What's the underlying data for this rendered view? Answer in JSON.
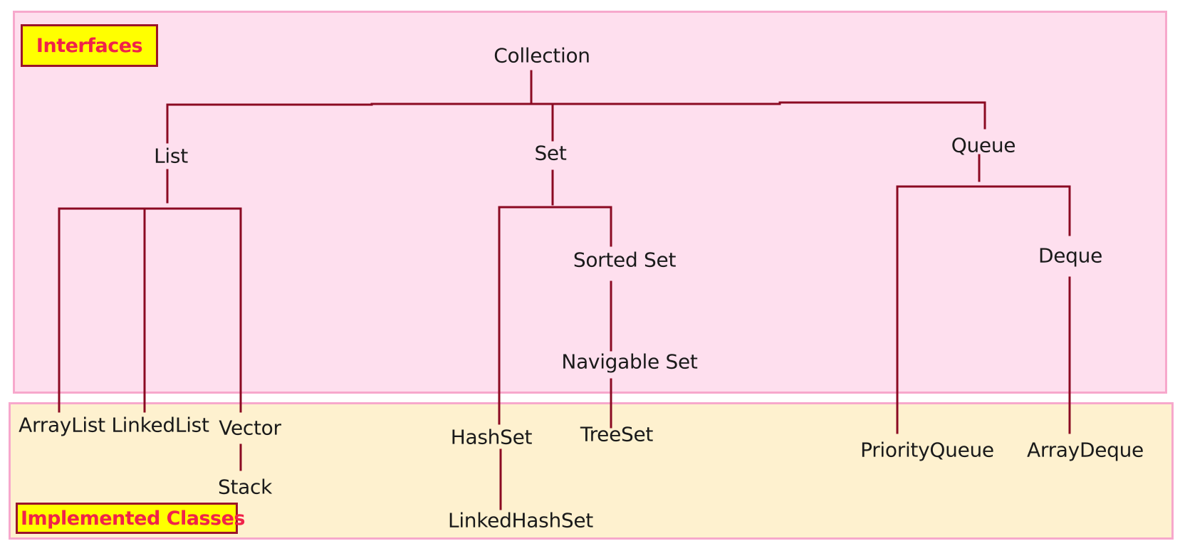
{
  "labels": {
    "interfaces": "Interfaces",
    "implemented_classes": "Implemented Classes"
  },
  "colors": {
    "interfaces_background": "#fedfee",
    "classes_background": "#fef1cf",
    "border": "#f7a8cc",
    "connector": "#8b0a22",
    "tag_background": "#ffff00",
    "tag_text": "#f0224a"
  },
  "nodes": {
    "collection": "Collection",
    "list": "List",
    "set": "Set",
    "queue": "Queue",
    "sorted_set": "Sorted Set",
    "navigable_set": "Navigable Set",
    "deque": "Deque",
    "arraylist": "ArrayList",
    "linkedlist": "LinkedList",
    "vector": "Vector",
    "stack": "Stack",
    "hashset": "HashSet",
    "linkedhashset": "LinkedHashSet",
    "treeset": "TreeSet",
    "priorityqueue": "PriorityQueue",
    "arraydeque": "ArrayDeque"
  }
}
